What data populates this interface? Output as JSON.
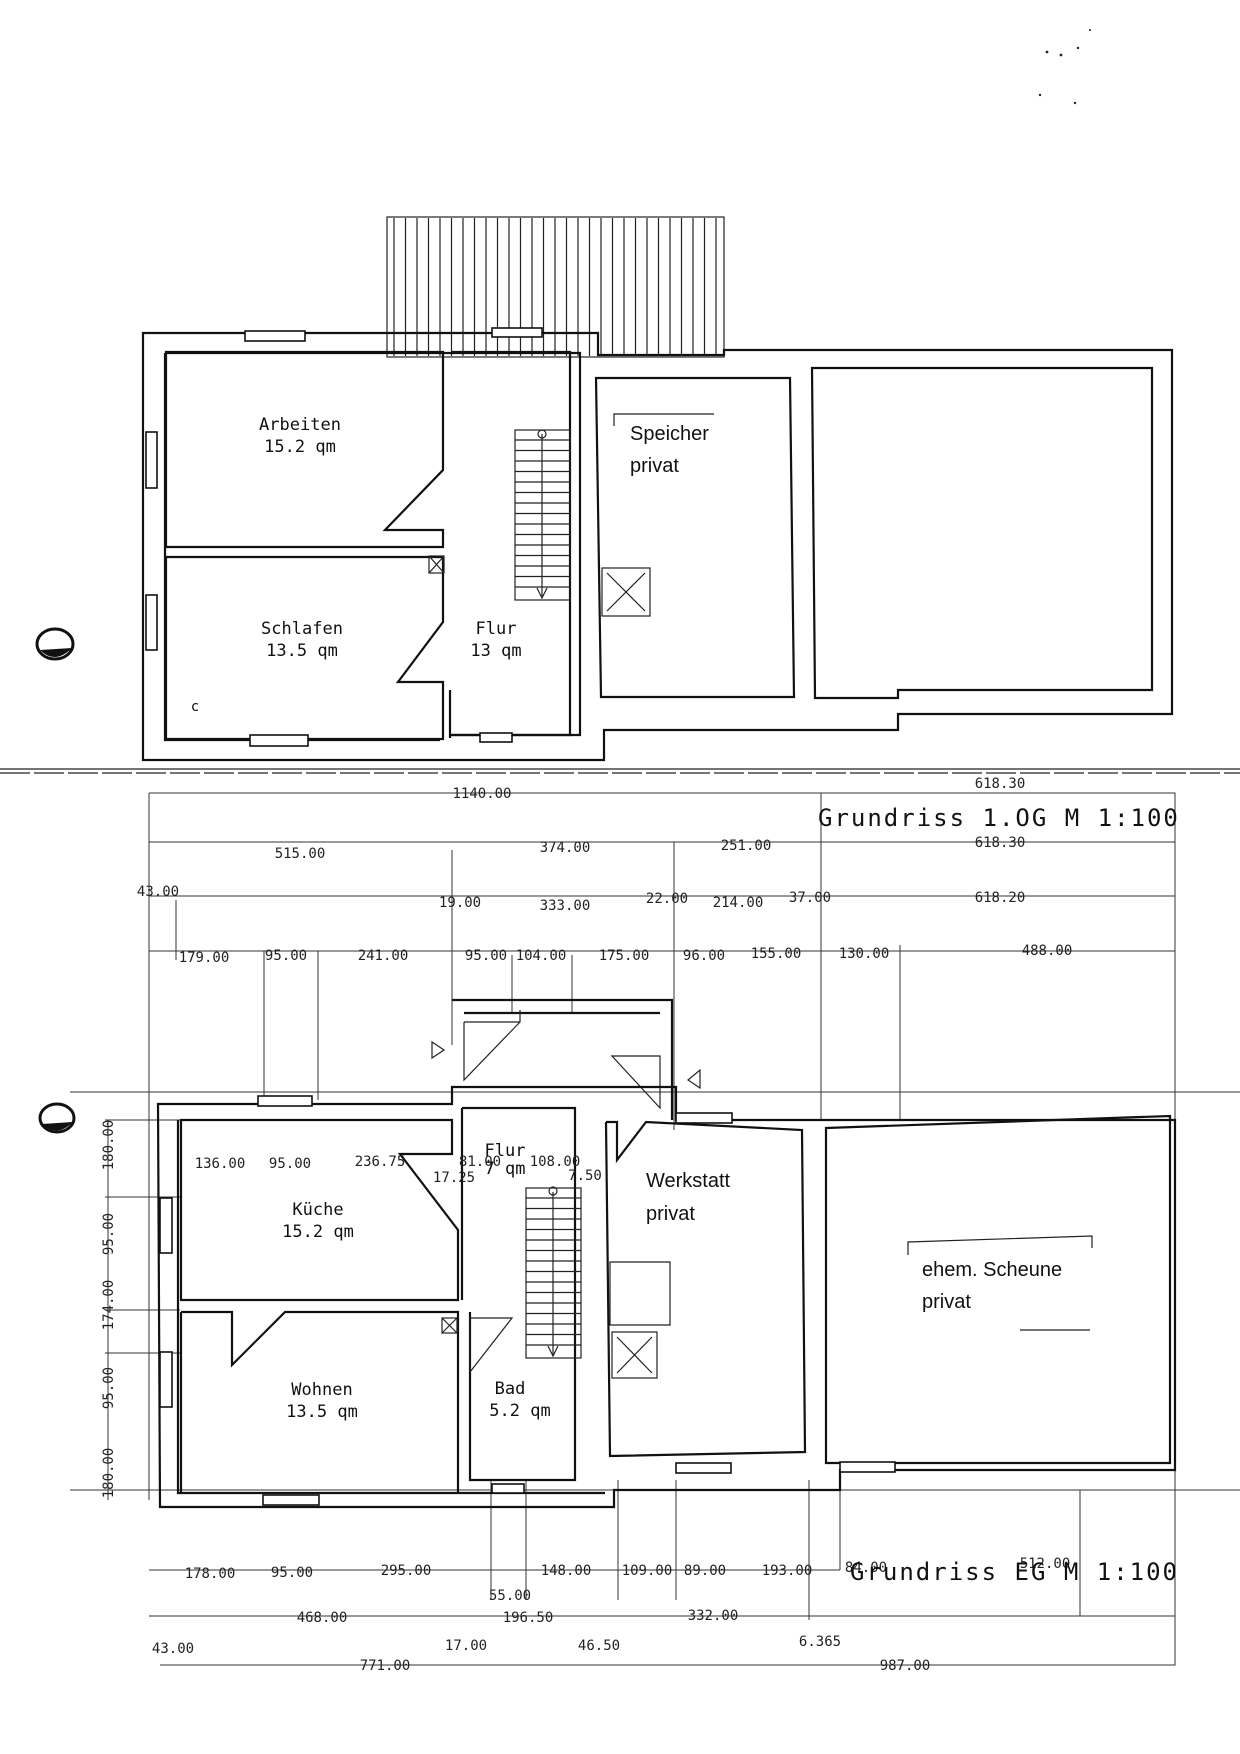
{
  "titles": {
    "upper": "Grundriss 1.OG M 1:100",
    "lower": "Grundriss EG M 1:100"
  },
  "upper_floor": {
    "arbeiten": {
      "name": "Arbeiten",
      "area": "15.2 qm"
    },
    "schlafen": {
      "name": "Schlafen",
      "area": "13.5 qm"
    },
    "flur": {
      "name": "Flur",
      "area": "13 qm"
    },
    "speicher": {
      "line1": "Speicher",
      "line2": "privat"
    }
  },
  "ground_floor": {
    "kueche": {
      "name": "Küche",
      "area": "15.2 qm"
    },
    "wohnen": {
      "name": "Wohnen",
      "area": "13.5 qm"
    },
    "flur": {
      "name": "Flur",
      "area": "7 qm"
    },
    "bad": {
      "name": "Bad",
      "area": "5.2 qm"
    },
    "werkstatt": {
      "line1": "Werkstatt",
      "line2": "privat"
    },
    "scheune": {
      "line1": "ehem. Scheune",
      "line2": "privat"
    }
  },
  "dimensions": {
    "top_total": "1140.00",
    "top_right_1": "618.30",
    "top_right_2": "618.30",
    "top_right_3": "618.20",
    "row2": [
      "515.00",
      "374.00",
      "251.00"
    ],
    "left_43": "43.00",
    "row3": [
      "19.00",
      "333.00",
      "22.00",
      "214.00",
      "37.00"
    ],
    "row4": [
      "179.00",
      "95.00",
      "241.00",
      "95.00",
      "104.00",
      "175.00",
      "96.00",
      "155.00",
      "130.00",
      "488.00"
    ],
    "inner_row": [
      "136.00",
      "95.00",
      "236.75",
      "81.00",
      "108.00",
      "17.25",
      "7.50"
    ],
    "left_vertical": [
      "180.00",
      "95.00",
      "174.00",
      "95.00",
      "180.00"
    ],
    "bottom_row1": [
      "178.00",
      "95.00",
      "295.00",
      "148.00",
      "109.00",
      "89.00",
      "193.00",
      "84.00",
      "512.00"
    ],
    "bottom_55": "55.00",
    "bottom_row2": [
      "468.00",
      "196.50",
      "332.00"
    ],
    "bottom_row3": [
      "43.00",
      "17.00",
      "46.50",
      "6.365"
    ],
    "bottom_total": [
      "771.00",
      "987.00"
    ]
  }
}
